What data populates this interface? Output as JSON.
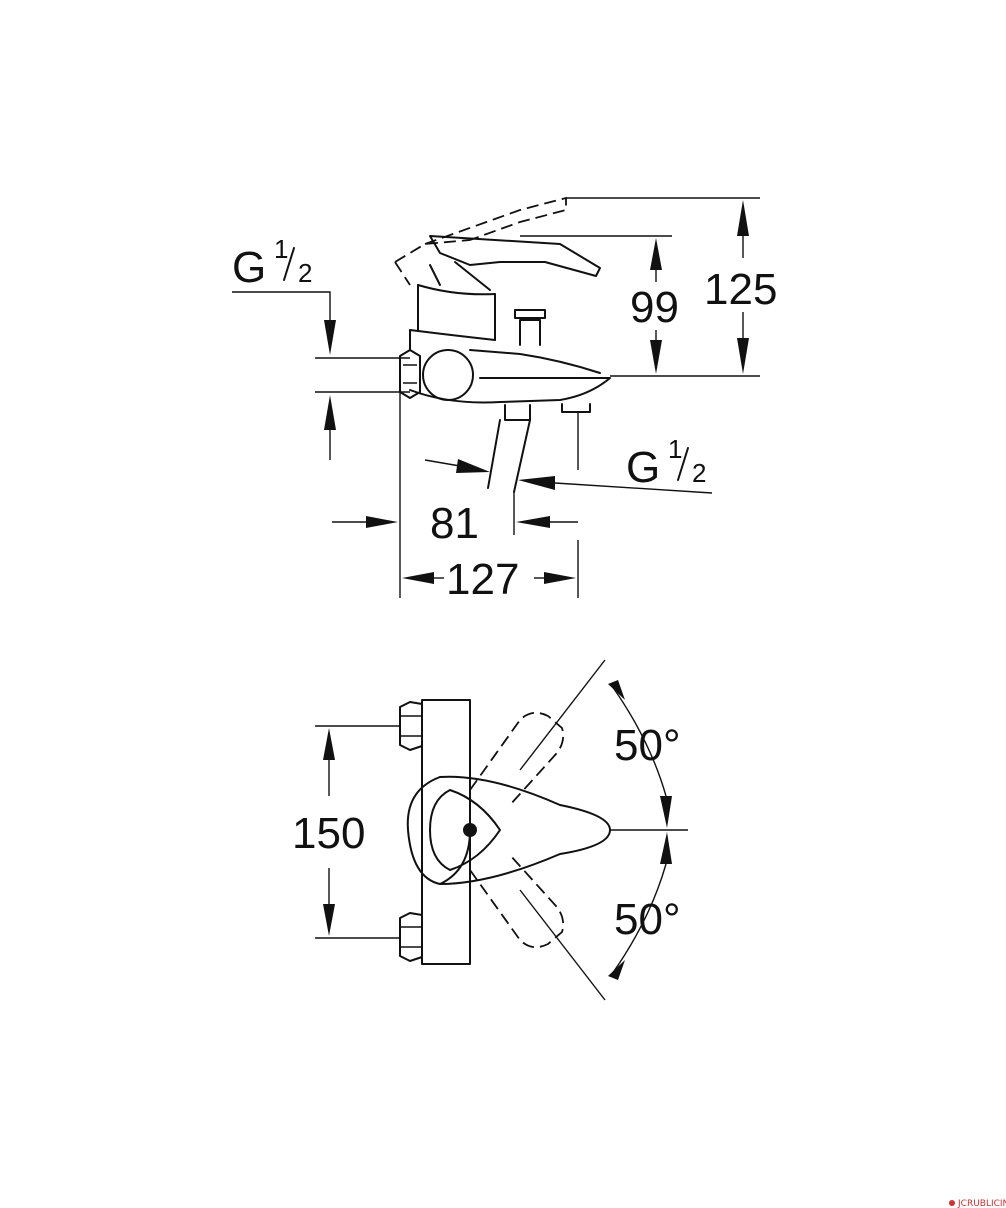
{
  "colors": {
    "line": "#111111",
    "background": "#ffffff",
    "watermark": "#cc3333"
  },
  "side_view": {
    "thread_inlet": {
      "letter": "G",
      "num": "1",
      "den": "2"
    },
    "thread_outlet": {
      "letter": "G",
      "num": "1",
      "den": "2"
    },
    "dim_99": "99",
    "dim_125": "125",
    "dim_81": "81",
    "dim_127": "127"
  },
  "top_view": {
    "dim_150": "150",
    "angle_upper": "50°",
    "angle_lower": "50°"
  },
  "watermark": "JCRUBLICINS"
}
